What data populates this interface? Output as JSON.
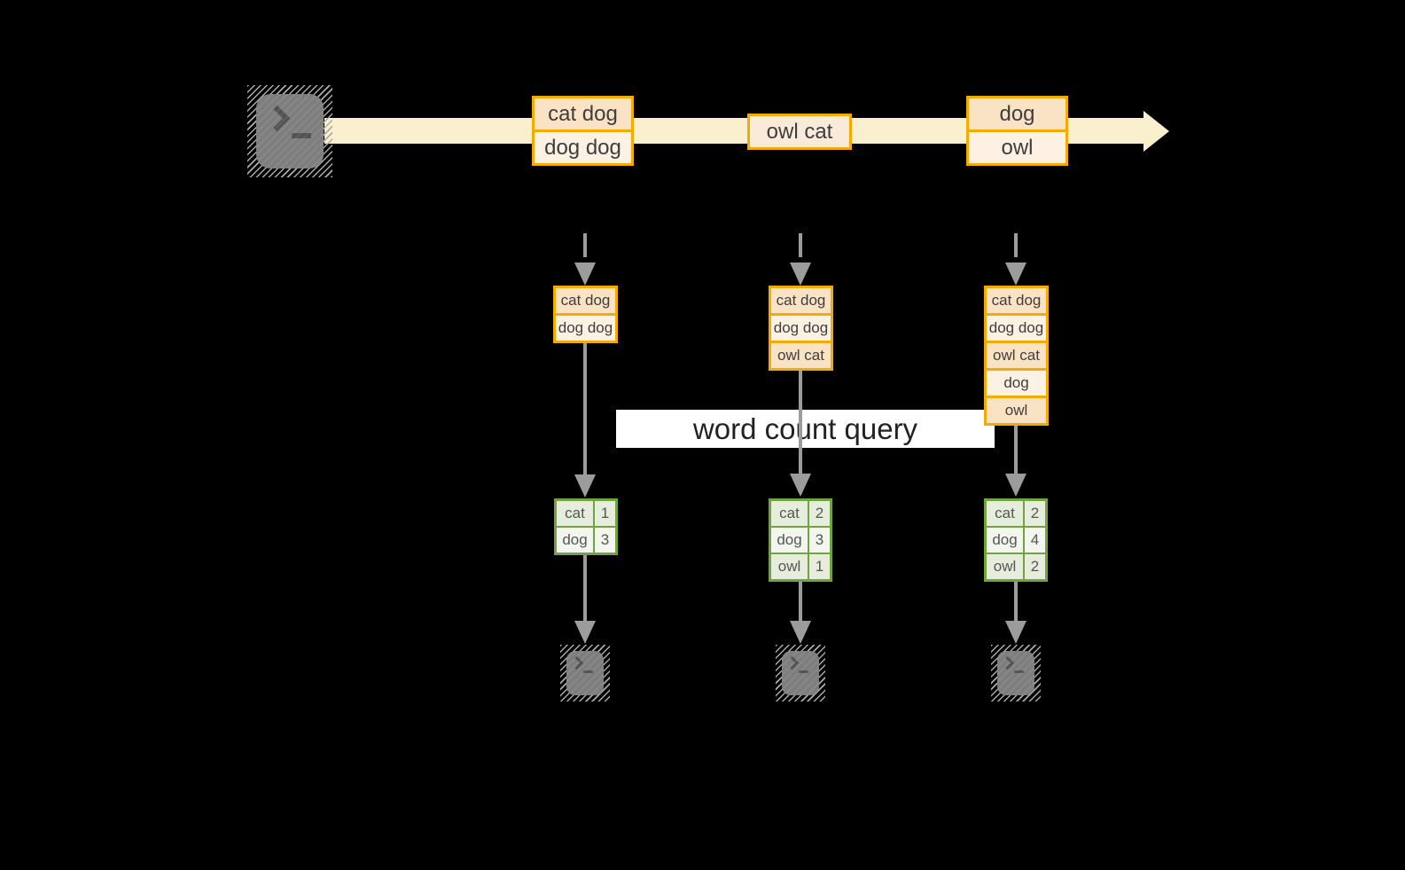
{
  "query": {
    "label": "word count query"
  },
  "stream": {
    "source_icon": "terminal-icon",
    "events": [
      {
        "lines": [
          "cat dog",
          "dog dog"
        ]
      },
      {
        "lines": [
          "owl cat"
        ]
      },
      {
        "lines": [
          "dog",
          "owl"
        ]
      }
    ]
  },
  "columns": [
    {
      "buffer": [
        "cat dog",
        "dog dog"
      ],
      "result": [
        {
          "word": "cat",
          "count": "1"
        },
        {
          "word": "dog",
          "count": "3"
        }
      ]
    },
    {
      "buffer": [
        "cat dog",
        "dog dog",
        "owl cat"
      ],
      "result": [
        {
          "word": "cat",
          "count": "2"
        },
        {
          "word": "dog",
          "count": "3"
        },
        {
          "word": "owl",
          "count": "1"
        }
      ]
    },
    {
      "buffer": [
        "cat dog",
        "dog dog",
        "owl cat",
        "dog",
        "owl"
      ],
      "result": [
        {
          "word": "cat",
          "count": "2"
        },
        {
          "word": "dog",
          "count": "4"
        },
        {
          "word": "owl",
          "count": "2"
        }
      ]
    }
  ],
  "colors": {
    "background": "#000000",
    "stream_band": "#FAF0CE",
    "record_border": "#F2AB00",
    "record_fill_dark": "#FAE2C4",
    "record_fill_light": "#FCF1E3",
    "table_border": "#6FA43E",
    "table_fill_dark": "#E7EDDC",
    "table_fill_light": "#F3F6EE",
    "arrow_gray": "#9C9C9C",
    "terminal_gray": "#7E7E7E"
  }
}
